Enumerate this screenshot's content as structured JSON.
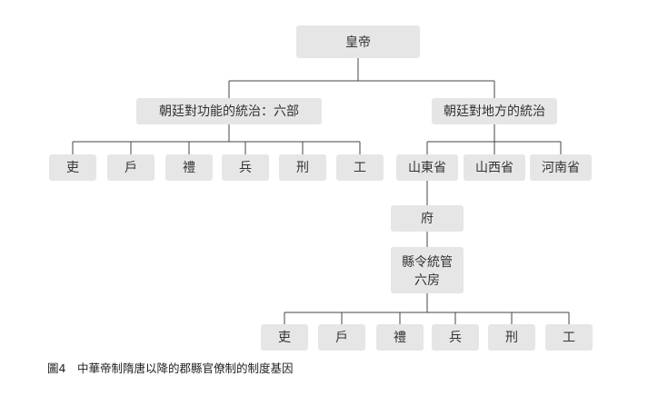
{
  "diagram": {
    "nodes": {
      "emperor": "皇帝",
      "court_functional": "朝廷對功能的統治：六部",
      "court_regional": "朝廷對地方的統治",
      "ministry_personnel": "吏",
      "ministry_revenue": "戶",
      "ministry_rites": "禮",
      "ministry_war": "兵",
      "ministry_justice": "刑",
      "ministry_works": "工",
      "shandong": "山東省",
      "shanxi": "山西省",
      "henan": "河南省",
      "prefecture": "府",
      "county_line1": "縣令統管",
      "county_line2": "六房",
      "office_personnel": "吏",
      "office_revenue": "戶",
      "office_rites": "禮",
      "office_war": "兵",
      "office_justice": "刑",
      "office_works": "工"
    },
    "edges": [
      [
        "emperor",
        "court_functional"
      ],
      [
        "emperor",
        "court_regional"
      ],
      [
        "court_functional",
        "ministry_personnel"
      ],
      [
        "court_functional",
        "ministry_revenue"
      ],
      [
        "court_functional",
        "ministry_rites"
      ],
      [
        "court_functional",
        "ministry_war"
      ],
      [
        "court_functional",
        "ministry_justice"
      ],
      [
        "court_functional",
        "ministry_works"
      ],
      [
        "court_regional",
        "shandong"
      ],
      [
        "court_regional",
        "shanxi"
      ],
      [
        "court_regional",
        "henan"
      ],
      [
        "shandong",
        "prefecture"
      ],
      [
        "prefecture",
        "county"
      ],
      [
        "county",
        "office_personnel"
      ],
      [
        "county",
        "office_revenue"
      ],
      [
        "county",
        "office_rites"
      ],
      [
        "county",
        "office_war"
      ],
      [
        "county",
        "office_justice"
      ],
      [
        "county",
        "office_works"
      ]
    ]
  },
  "caption": "圖4　中華帝制隋唐以降的郡縣官僚制的制度基因",
  "colors": {
    "box_fill": "#e6e6e6",
    "line": "#444444",
    "text": "#333333"
  }
}
